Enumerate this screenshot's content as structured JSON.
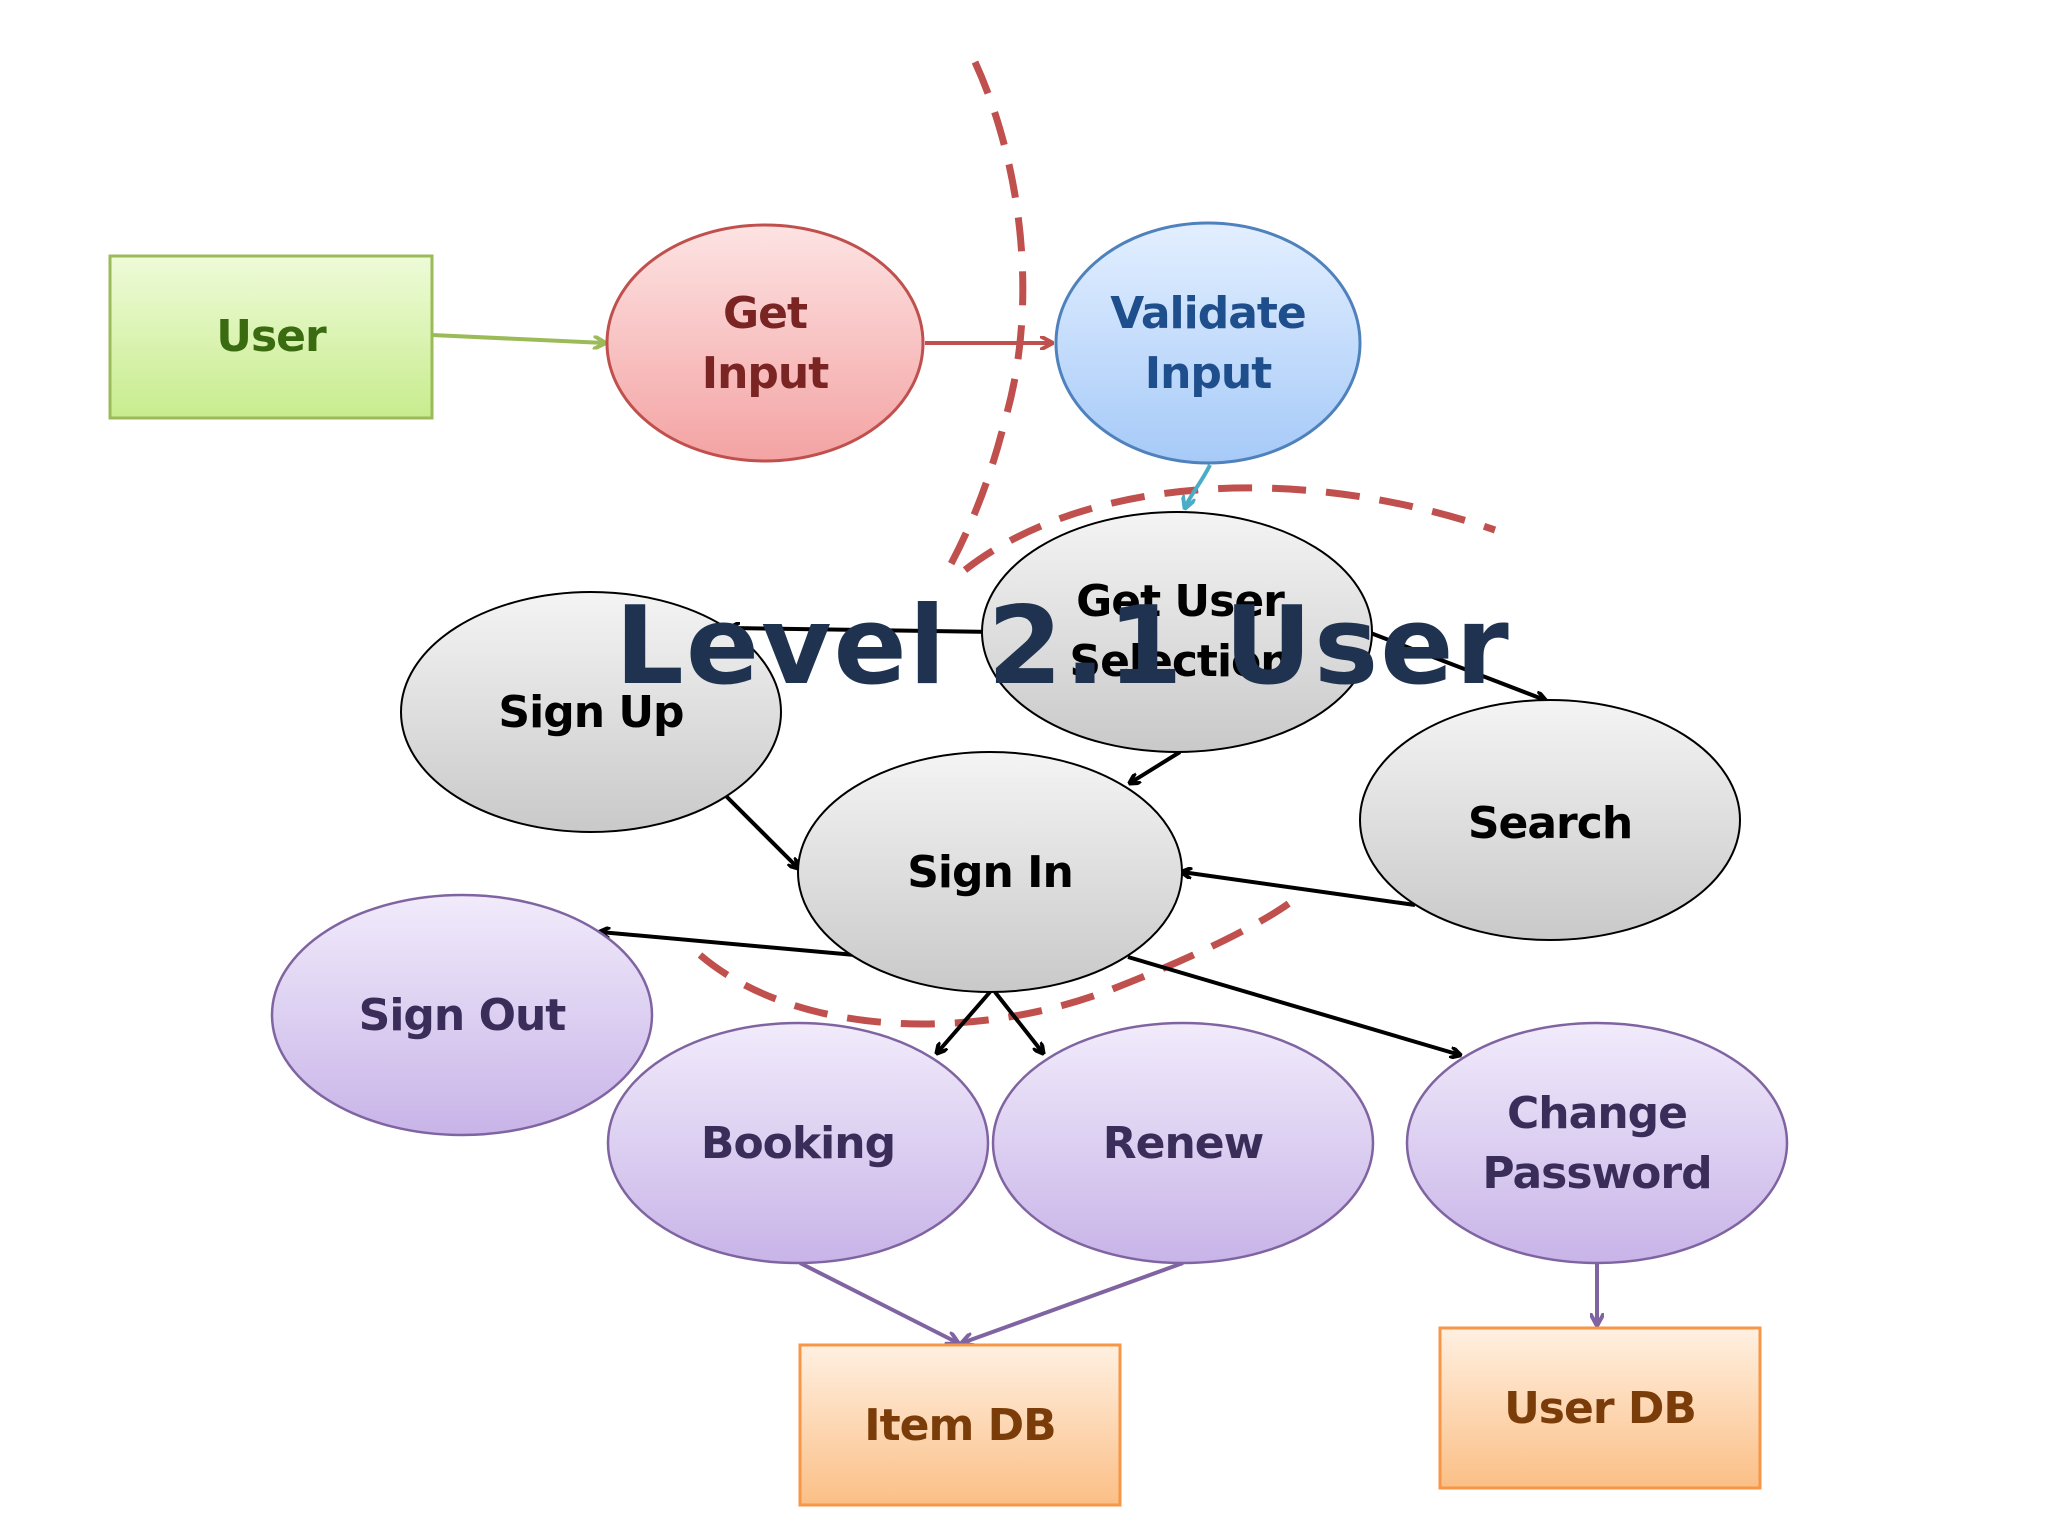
{
  "title": "Level 2.1 User",
  "nodes": {
    "user": "User",
    "get_input": [
      "Get",
      "Input"
    ],
    "validate_input": [
      "Validate",
      "Input"
    ],
    "get_user_selection": [
      "Get User",
      "Selection"
    ],
    "sign_up": "Sign Up",
    "search": "Search",
    "sign_in": "Sign In",
    "sign_out": "Sign Out",
    "booking": "Booking",
    "renew": "Renew",
    "change_password": [
      "Change",
      "Password"
    ],
    "item_db": "Item DB",
    "user_db": "User DB"
  },
  "colors": {
    "external": "#d7f2a8",
    "get_input": "#f6b0b0",
    "validate": "#b3d3fb",
    "gray_process": "#d9d9d9",
    "purple_process": "#d7c8ee",
    "datastore": "#fbc99a",
    "boundary": "#c0504d"
  }
}
